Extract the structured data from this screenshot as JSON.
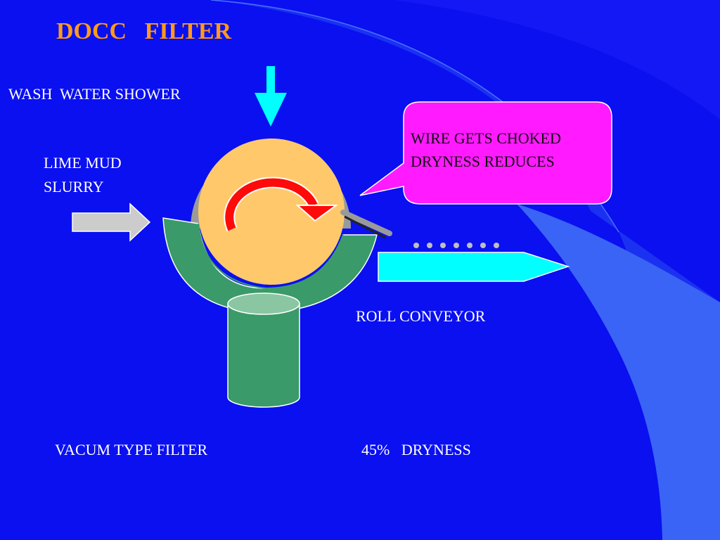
{
  "title": "DOCC   FILTER",
  "labels": {
    "wash_water_shower": "WASH  WATER SHOWER",
    "lime_mud_line1": "LIME MUD",
    "lime_mud_line2": "SLURRY",
    "roll_conveyor": "ROLL CONVEYOR",
    "vacum_type_filter": "VACUM TYPE FILTER",
    "dryness": "45%   DRYNESS"
  },
  "callout": {
    "line1": "WIRE GETS CHOKED",
    "line2": "DRYNESS REDUCES"
  },
  "colors": {
    "background": "#0a10f0",
    "title": "#ff9a1a",
    "drum": "#ffc96b",
    "tank": "#3a9a6a",
    "hood": "#9a9a9a",
    "rotation_arrow": "#ff0a0a",
    "shower_arrow": "#00ffff",
    "conveyor": "#00ffff",
    "callout_fill": "#ff1aff"
  }
}
